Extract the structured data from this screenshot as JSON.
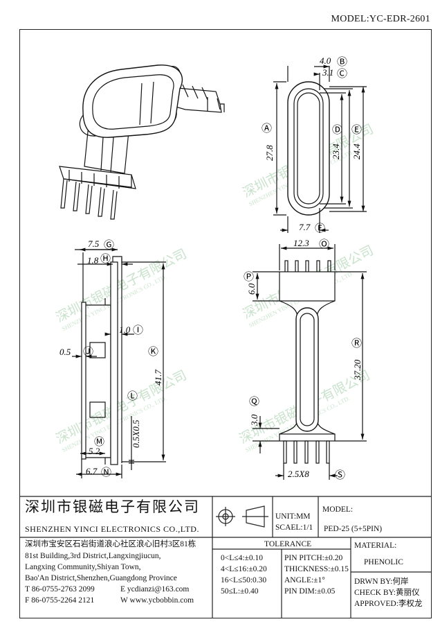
{
  "header": {
    "model_tag": "MODEL:YC-EDR-2601"
  },
  "dimensions": {
    "B": "4.0",
    "C": "3.1",
    "A": "27.8",
    "D": "23.4",
    "E": "24.4",
    "F": "7.7",
    "G": "7.5",
    "H": "1.8",
    "I": "1.0",
    "J": "0.5",
    "K": "41.7",
    "L": "0.5X0.5",
    "M": "5.2",
    "N": "6.7",
    "O": "12.3",
    "P": "6.0",
    "Q": "3.0",
    "R": "37.20",
    "S": "2.5X8"
  },
  "markers": {
    "A": "Ⓐ",
    "B": "Ⓑ",
    "C": "Ⓒ",
    "D": "Ⓓ",
    "E": "Ⓔ",
    "F": "Ⓕ",
    "G": "Ⓖ",
    "H": "Ⓗ",
    "I": "Ⓘ",
    "J": "Ⓙ",
    "K": "Ⓚ",
    "L": "Ⓛ",
    "M": "Ⓜ",
    "N": "Ⓝ",
    "O": "Ⓞ",
    "P": "Ⓟ",
    "Q": "Ⓠ",
    "R": "Ⓡ",
    "S": "Ⓢ"
  },
  "watermark": {
    "cn": "深圳市银磁电子有限公司",
    "en": "SHENZHEN YINCI ELECTRONICS CO., LTD."
  },
  "title_block": {
    "company_cn": "深圳市银磁电子有限公司",
    "company_en": "SHENZHEN YINCI ELECTRONICS CO.,LTD.",
    "address_cn": "深圳市宝安区石岩街道浪心社区浪心旧村3区81栋",
    "address_en": [
      "81st Building,3rd District,Langxingjiucun,",
      "Langxing Community,Shiyan Town,",
      "Bao'An District,Shenzhen,Guangdong Province"
    ],
    "phone": "T 86-0755-2763 2099",
    "email": "E ycdianzi@163.com",
    "fax": "F 86-0755-2264 2121",
    "web": "W www.ycbobbin.com",
    "unit": "UNIT:MM",
    "scale": "SCAEL:1/1",
    "model_label": "MODEL:",
    "model_value": "PED-25 (5+5PIN)",
    "tolerance_title": "TOLERANCE",
    "tolerances_left": [
      "0<L≤4:±0.10",
      "4<L≤16:±0.20",
      "16<L≤50:0.30",
      "50≤L:±0.40"
    ],
    "tolerances_right": [
      "PIN PITCH:±0.20",
      "THICKNESS:±0.15",
      "ANGLE:±1°",
      "PIN DIM:±0.05"
    ],
    "material_label": "MATERIAL:",
    "material_value": "PHENOLIC",
    "drawn_by": "DRWN BY:何岸",
    "checked_by": "CHECK BY:黄丽仪",
    "approved_by": "APPROVED:李权龙"
  }
}
